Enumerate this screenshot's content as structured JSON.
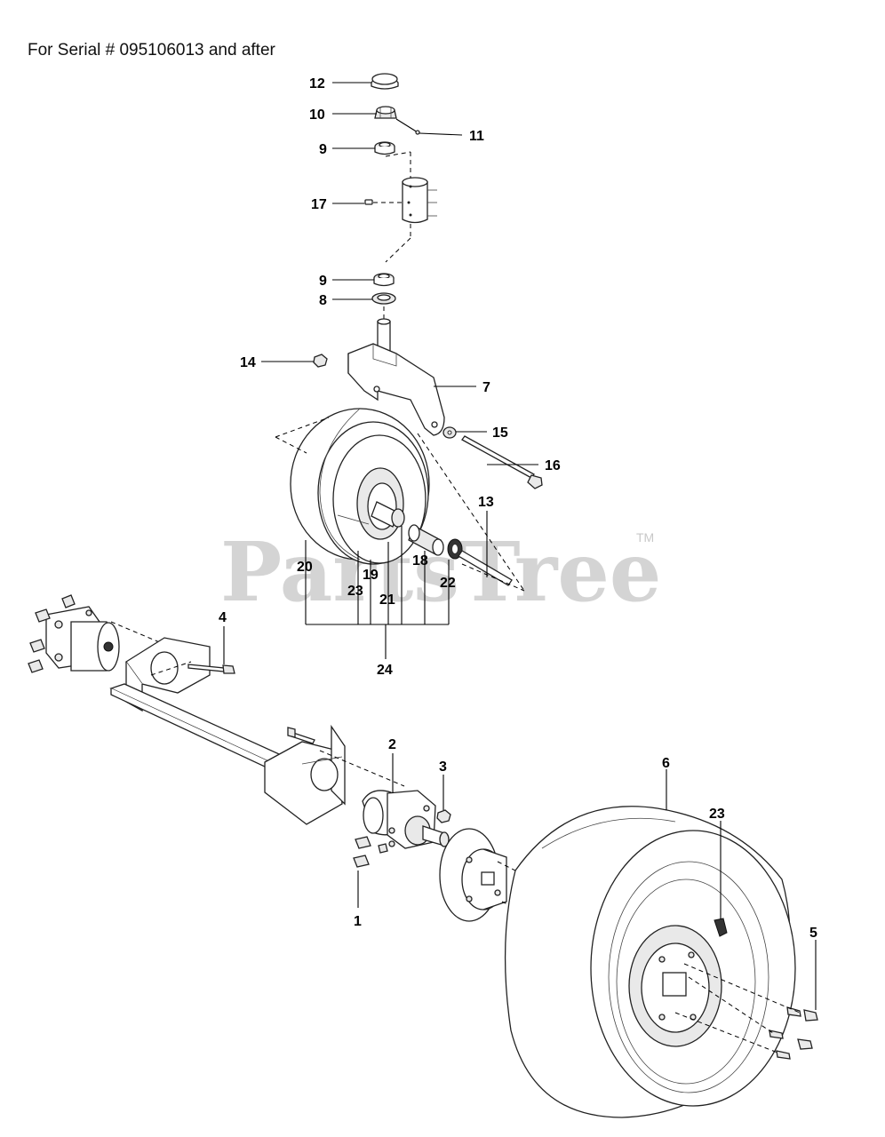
{
  "caption": "For Serial # 095106013 and after",
  "watermark": {
    "text": "PartsTree",
    "tm": "TM"
  },
  "callouts": {
    "c1": "1",
    "c2": "2",
    "c3": "3",
    "c4": "4",
    "c5": "5",
    "c6": "6",
    "c7": "7",
    "c8": "8",
    "c9a": "9",
    "c9b": "9",
    "c10": "10",
    "c11": "11",
    "c12": "12",
    "c13": "13",
    "c14": "14",
    "c15": "15",
    "c16": "16",
    "c17": "17",
    "c18": "18",
    "c19": "19",
    "c20": "20",
    "c21": "21",
    "c22": "22",
    "c23a": "23",
    "c23b": "23",
    "c24": "24"
  }
}
